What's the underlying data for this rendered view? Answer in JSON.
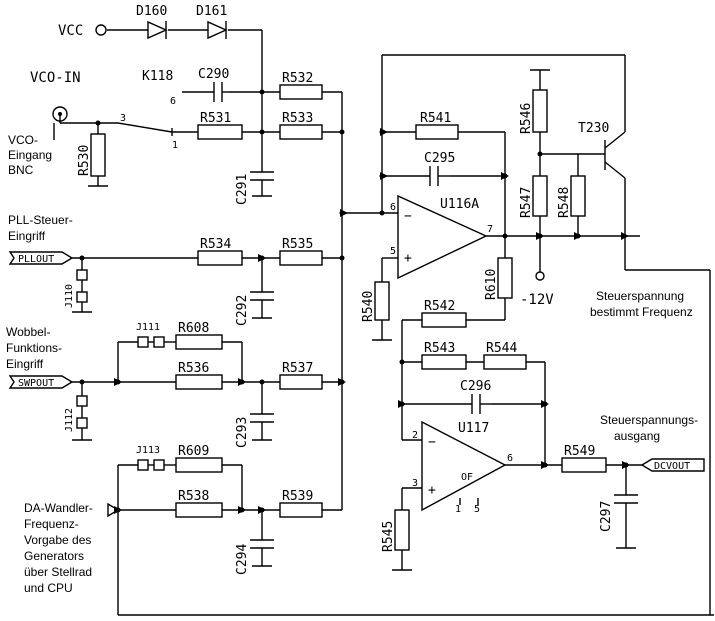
{
  "diagram": {
    "nets": {
      "vcc": "VCC",
      "vco_in": "VCO-IN",
      "minus12": "-12V"
    },
    "components": {
      "d160": "D160",
      "d161": "D161",
      "k118": "K118",
      "c290": "C290",
      "c291": "C291",
      "c292": "C292",
      "c293": "C293",
      "c294": "C294",
      "c295": "C295",
      "c296": "C296",
      "c297": "C297",
      "r530": "R530",
      "r531": "R531",
      "r532": "R532",
      "r533": "R533",
      "r534": "R534",
      "r535": "R535",
      "r536": "R536",
      "r537": "R537",
      "r538": "R538",
      "r539": "R539",
      "r540": "R540",
      "r541": "R541",
      "r542": "R542",
      "r543": "R543",
      "r544": "R544",
      "r545": "R545",
      "r546": "R546",
      "r547": "R547",
      "r548": "R548",
      "r549": "R549",
      "r608": "R608",
      "r609": "R609",
      "r610": "R610",
      "u116a": "U116A",
      "u117": "U117",
      "t230": "T230",
      "j110": "J110",
      "j111": "J111",
      "j112": "J112",
      "j113": "J113"
    },
    "pins": {
      "k_3": "3",
      "k_6": "6",
      "k_1": "1",
      "u116_6": "6",
      "u116_5": "5",
      "u116_7": "7",
      "u117_2": "2",
      "u117_3": "3",
      "u117_6": "6",
      "u117_of": "OF",
      "u117_1": "1",
      "u117_5": "5",
      "minus": "−",
      "plus": "+"
    },
    "connectors": {
      "pllout": "PLLOUT",
      "swpout": "SWPOUT",
      "dcvout": "DCVOUT"
    },
    "annotations": {
      "vco_input": [
        "VCO-",
        "Eingang",
        "BNC"
      ],
      "pll_input": [
        "PLL-Steuer-",
        "Eingriff"
      ],
      "wobbel_input": [
        "Wobbel-",
        "Funktions-",
        "Eingriff"
      ],
      "da_input": [
        "DA-Wandler-",
        "Frequenz-",
        "Vorgabe des",
        "Generators",
        "über Stellrad",
        "und CPU"
      ],
      "control_freq": [
        "Steuerspannung",
        "bestimmt Frequenz"
      ],
      "control_out": [
        "Steuerspannungs-",
        "ausgang"
      ]
    }
  }
}
